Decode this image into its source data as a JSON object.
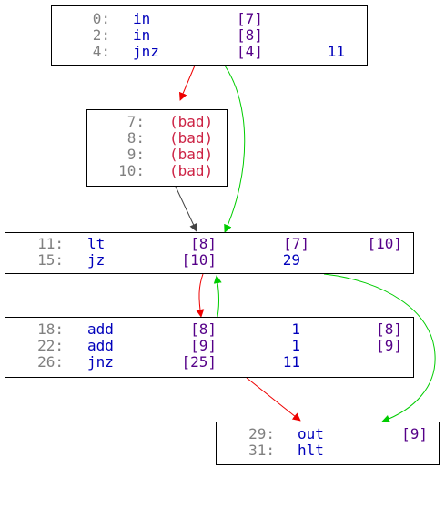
{
  "colors": {
    "edge_taken": "#00cc00",
    "edge_fallthrough": "#ee0000",
    "edge_unconditional": "#444444",
    "address": "#808080",
    "opcode": "#0000bb",
    "register": "#550088",
    "bad": "#cc2244"
  },
  "blocks": [
    {
      "rows": [
        {
          "addr": "0:",
          "op": "in",
          "a1": "[7]",
          "a2": "",
          "a3": ""
        },
        {
          "addr": "2:",
          "op": "in",
          "a1": "[8]",
          "a2": "",
          "a3": ""
        },
        {
          "addr": "4:",
          "op": "jnz",
          "a1": "[4]",
          "a2": "11",
          "a3": ""
        }
      ]
    },
    {
      "rows": [
        {
          "addr": "7:",
          "op": "(bad)"
        },
        {
          "addr": "8:",
          "op": "(bad)"
        },
        {
          "addr": "9:",
          "op": "(bad)"
        },
        {
          "addr": "10:",
          "op": "(bad)"
        }
      ]
    },
    {
      "rows": [
        {
          "addr": "11:",
          "op": "lt",
          "a1": "[8]",
          "a2": "[7]",
          "a3": "[10]"
        },
        {
          "addr": "15:",
          "op": "jz",
          "a1": "[10]",
          "a2": "29",
          "a3": ""
        }
      ]
    },
    {
      "rows": [
        {
          "addr": "18:",
          "op": "add",
          "a1": "[8]",
          "a2": "1",
          "a3": "[8]"
        },
        {
          "addr": "22:",
          "op": "add",
          "a1": "[9]",
          "a2": "1",
          "a3": "[9]"
        },
        {
          "addr": "26:",
          "op": "jnz",
          "a1": "[25]",
          "a2": "11",
          "a3": ""
        }
      ]
    },
    {
      "rows": [
        {
          "addr": "29:",
          "op": "out",
          "a1": "[9]"
        },
        {
          "addr": "31:",
          "op": "hlt",
          "a1": ""
        }
      ]
    }
  ],
  "edges": [
    {
      "from": "block-0",
      "to": "block-7",
      "kind": "fallthrough"
    },
    {
      "from": "block-0",
      "to": "block-11",
      "kind": "taken"
    },
    {
      "from": "block-7",
      "to": "block-11",
      "kind": "unconditional"
    },
    {
      "from": "block-11",
      "to": "block-18",
      "kind": "fallthrough"
    },
    {
      "from": "block-11",
      "to": "block-29",
      "kind": "taken"
    },
    {
      "from": "block-18",
      "to": "block-11",
      "kind": "taken"
    },
    {
      "from": "block-18",
      "to": "block-29",
      "kind": "fallthrough"
    }
  ]
}
